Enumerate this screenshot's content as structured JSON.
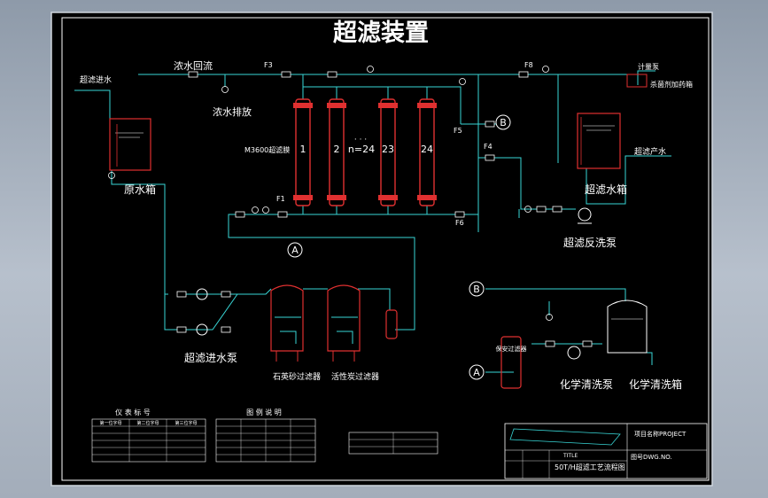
{
  "title": "超滤装置",
  "labels": {
    "uf_inlet": "超滤进水",
    "concentrate_return": "浓水回流",
    "concentrate_drain": "浓水排放",
    "membrane_model": "M3600超滤膜",
    "raw_tank": "原水箱",
    "uf_product_water": "超滤产水",
    "uf_tank": "超滤水箱",
    "metering_pump": "计量泵",
    "bactericide_tank": "杀菌剂加药箱",
    "backwash_pump": "超滤反洗泵",
    "feed_pump": "超滤进水泵",
    "sand_filter": "石英砂过滤器",
    "carbon_filter": "活性炭过滤器",
    "chem_clean_pump": "化学清洗泵",
    "chem_clean_tank": "化学清洗箱",
    "security_filter": "保安过滤器",
    "n_count": "n=24"
  },
  "valves": {
    "F1": "F1",
    "F3": "F3",
    "F4": "F4",
    "F5": "F5",
    "F6": "F6",
    "F8": "F8"
  },
  "connectors": {
    "A": "A",
    "B": "B"
  },
  "modules": [
    "1",
    "2",
    "23",
    "24"
  ],
  "dots": "· · ·",
  "legend_instruments": {
    "title": "仪 表 标 号",
    "headers": [
      "第一位字母",
      "第二位字母",
      "第三位字母"
    ]
  },
  "legend_symbols": {
    "title": "图 例 说 明"
  },
  "title_block": {
    "project": "项目名称PROJECT",
    "title_label": "TITLE",
    "drawing_no": "图号DWG.NO.",
    "drawing_title": "50T/H超滤工艺流程图"
  },
  "colors": {
    "background": "#000000",
    "line_cyan": "#38d6d6",
    "equipment_red": "#e03030",
    "text": "#ffffff"
  }
}
